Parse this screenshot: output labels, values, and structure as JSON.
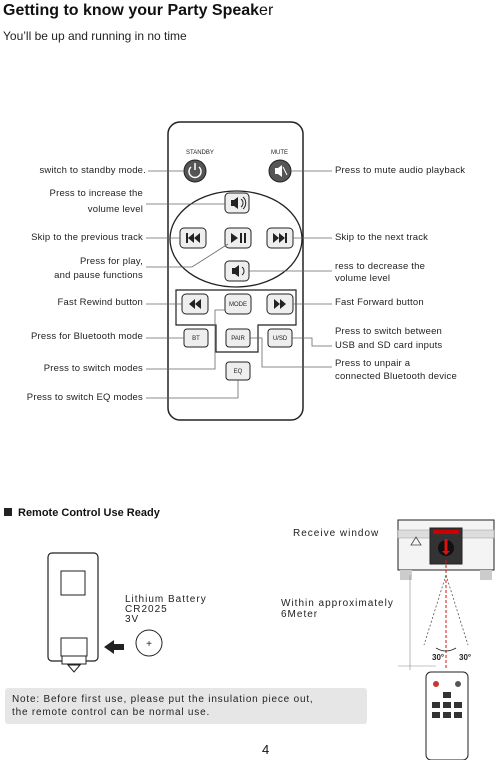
{
  "header": {
    "title_bold": "Getting to know your Party Speak",
    "title_tail": "er",
    "subtitle": "You’ll be up and running in no time"
  },
  "remote_buttons": {
    "standby": "STANDBY",
    "mute": "MUTE",
    "mode": "MODE",
    "bt": "BT",
    "pair": "PAIR",
    "usb_sd": "U/SD",
    "eq": "EQ"
  },
  "callouts_left": {
    "standby": "switch to standby mode.",
    "vol_up_1": "Press to increase the",
    "vol_up_2": "volume level",
    "prev": "Skip to the previous track",
    "play_1": "Press for play,",
    "play_2": "and pause functions",
    "rewind": "Fast Rewind button",
    "bt": "Press for Bluetooth mode",
    "mode": "Press to switch modes",
    "eq": "Press to switch EQ modes"
  },
  "callouts_right": {
    "mute": "Press to mute audio playback",
    "next": "Skip to the next track",
    "vol_down_1": "ress to decrease the",
    "vol_down_2": "volume level",
    "forward": "Fast Forward button",
    "usb_1": "Press to switch between",
    "usb_2": "USB and SD card inputs",
    "pair_1": "Press to unpair a",
    "pair_2": "connected Bluetooth device"
  },
  "section": {
    "heading": "Remote Control Use Ready",
    "receive_window": "Receive window",
    "within_1": "Within approximately",
    "within_2": "6Meter",
    "battery_1": "Lithium Battery",
    "battery_2": "CR2025",
    "battery_3": "3V",
    "battery_symbol": "+",
    "angle_left": "30°",
    "angle_right": "30°"
  },
  "note": {
    "line1": "Note: Before first use, please put the insulation piece out,",
    "line2": "the remote control can be normal use."
  },
  "footer": {
    "page_number": "4"
  }
}
